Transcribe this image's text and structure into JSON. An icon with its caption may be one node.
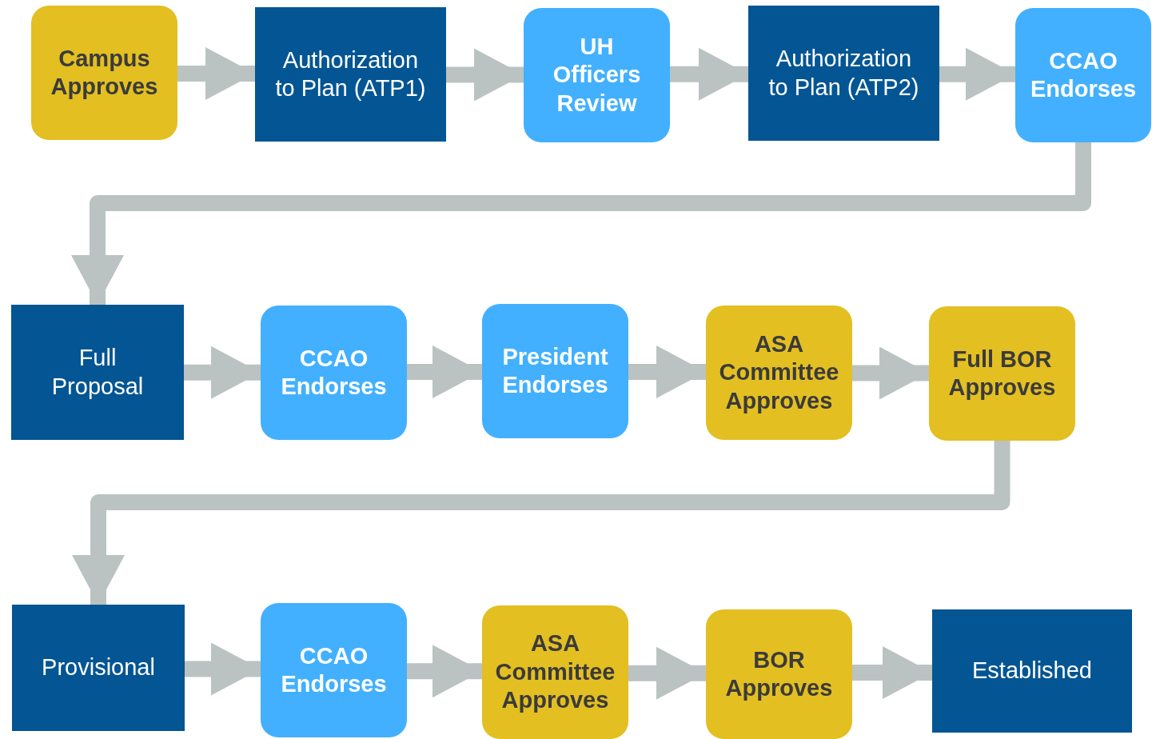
{
  "diagram": {
    "nodes": [
      {
        "text": [
          "Campus Approves"
        ]
      },
      {
        "text": [
          "Authorization to Plan (ATP1)"
        ]
      },
      {
        "text": [
          "UH Officers Review"
        ]
      },
      {
        "text": [
          "Authorization to Plan (ATP2)"
        ]
      },
      {
        "text": [
          "CCAO Endorses"
        ]
      },
      {
        "text": [
          "Full Proposal"
        ]
      },
      {
        "text": [
          "CCAO Endorses"
        ]
      },
      {
        "text": [
          "President Endorses"
        ]
      },
      {
        "text": [
          "ASA Committee Approves"
        ]
      },
      {
        "text": [
          "Full BOR Approves"
        ]
      },
      {
        "text": [
          "Provisional"
        ]
      },
      {
        "text": [
          "CCAO Endorses"
        ]
      },
      {
        "text": [
          "ASA Committee Approves"
        ]
      },
      {
        "text": [
          "BOR Approves"
        ]
      },
      {
        "text": [
          "Established"
        ]
      }
    ],
    "edges": [
      {
        "from": 0,
        "to": 1,
        "arrow": "to"
      },
      {
        "from": 1,
        "to": 2,
        "arrow": "to"
      },
      {
        "from": 2,
        "to": 3,
        "arrow": "to"
      },
      {
        "from": 3,
        "to": 4,
        "arrow": "to"
      },
      {
        "from": 4,
        "to": 5,
        "arrow": "to"
      },
      {
        "from": 5,
        "to": 6,
        "arrow": "to"
      },
      {
        "from": 6,
        "to": 7,
        "arrow": "to"
      },
      {
        "from": 7,
        "to": 8,
        "arrow": "to"
      },
      {
        "from": 8,
        "to": 9,
        "arrow": "to"
      },
      {
        "from": 9,
        "to": 10,
        "arrow": "to"
      },
      {
        "from": 10,
        "to": 11,
        "arrow": "to"
      },
      {
        "from": 11,
        "to": 12,
        "arrow": "to"
      },
      {
        "from": 12,
        "to": 13,
        "arrow": "to"
      },
      {
        "from": 13,
        "to": 14,
        "arrow": "to"
      }
    ]
  }
}
